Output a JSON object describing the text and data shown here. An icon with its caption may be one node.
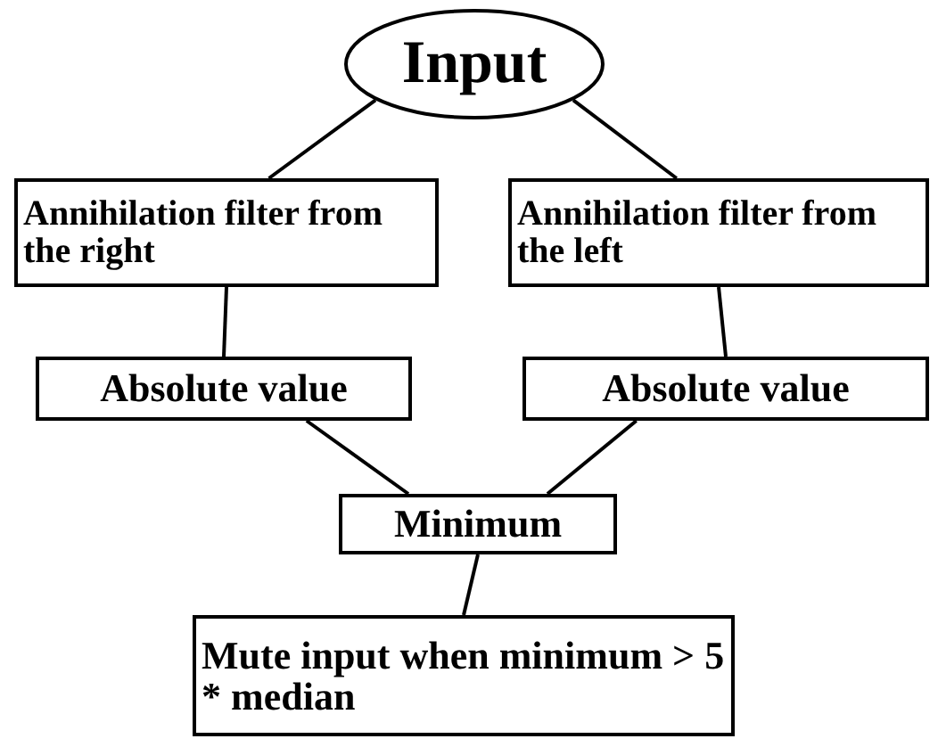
{
  "diagram": {
    "nodes": [
      {
        "text": [
          "Input"
        ]
      },
      {
        "text": [
          "Annihilation filter from the right"
        ]
      },
      {
        "text": [
          "Annihilation filter from the left"
        ]
      },
      {
        "text": [
          "Absolute value"
        ]
      },
      {
        "text": [
          "Absolute value"
        ]
      },
      {
        "text": [
          "Minimum"
        ]
      },
      {
        "text": [
          "Mute input when minimum > 5 * median"
        ]
      }
    ],
    "edges": [
      {
        "from": 0,
        "to": 1,
        "arrow": "none"
      },
      {
        "from": 0,
        "to": 2,
        "arrow": "none"
      },
      {
        "from": 1,
        "to": 3,
        "arrow": "none"
      },
      {
        "from": 2,
        "to": 4,
        "arrow": "none"
      },
      {
        "from": 3,
        "to": 5,
        "arrow": "none"
      },
      {
        "from": 4,
        "to": 5,
        "arrow": "none"
      },
      {
        "from": 5,
        "to": 6,
        "arrow": "none"
      }
    ]
  }
}
